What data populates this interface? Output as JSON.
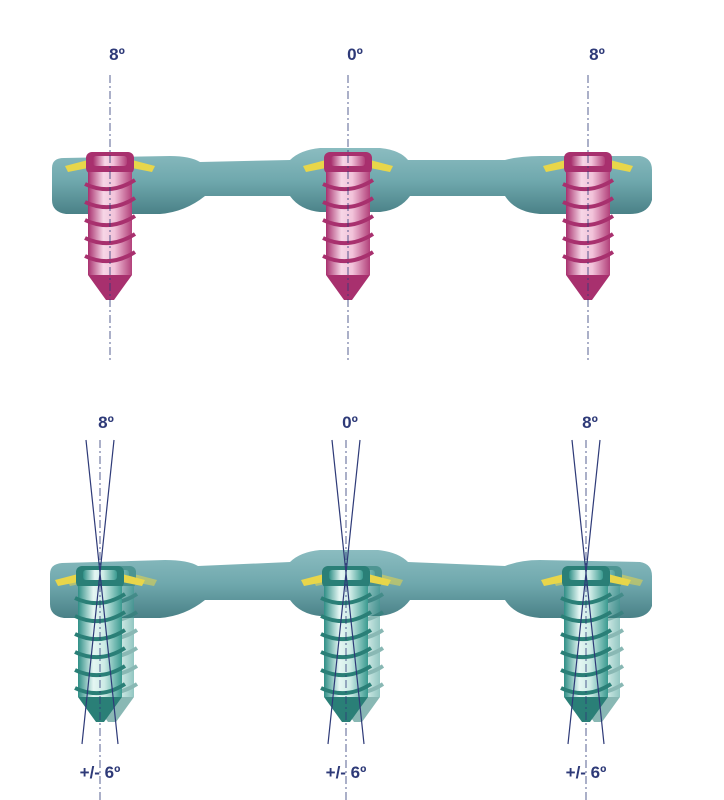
{
  "top_diagram": {
    "angles": [
      "8º",
      "0º",
      "8º"
    ],
    "screw_color": "#c2558f"
  },
  "bottom_diagram": {
    "angles": [
      "8º",
      "0º",
      "8º"
    ],
    "variability": [
      "+/- 6º",
      "+/- 6º",
      "+/- 6º"
    ],
    "screw_color": "#3fa69b"
  },
  "colors": {
    "plate": "#6fa8ad",
    "plate_dark": "#4d878d",
    "washer": "#e8d64a",
    "label": "#2e3a78"
  }
}
